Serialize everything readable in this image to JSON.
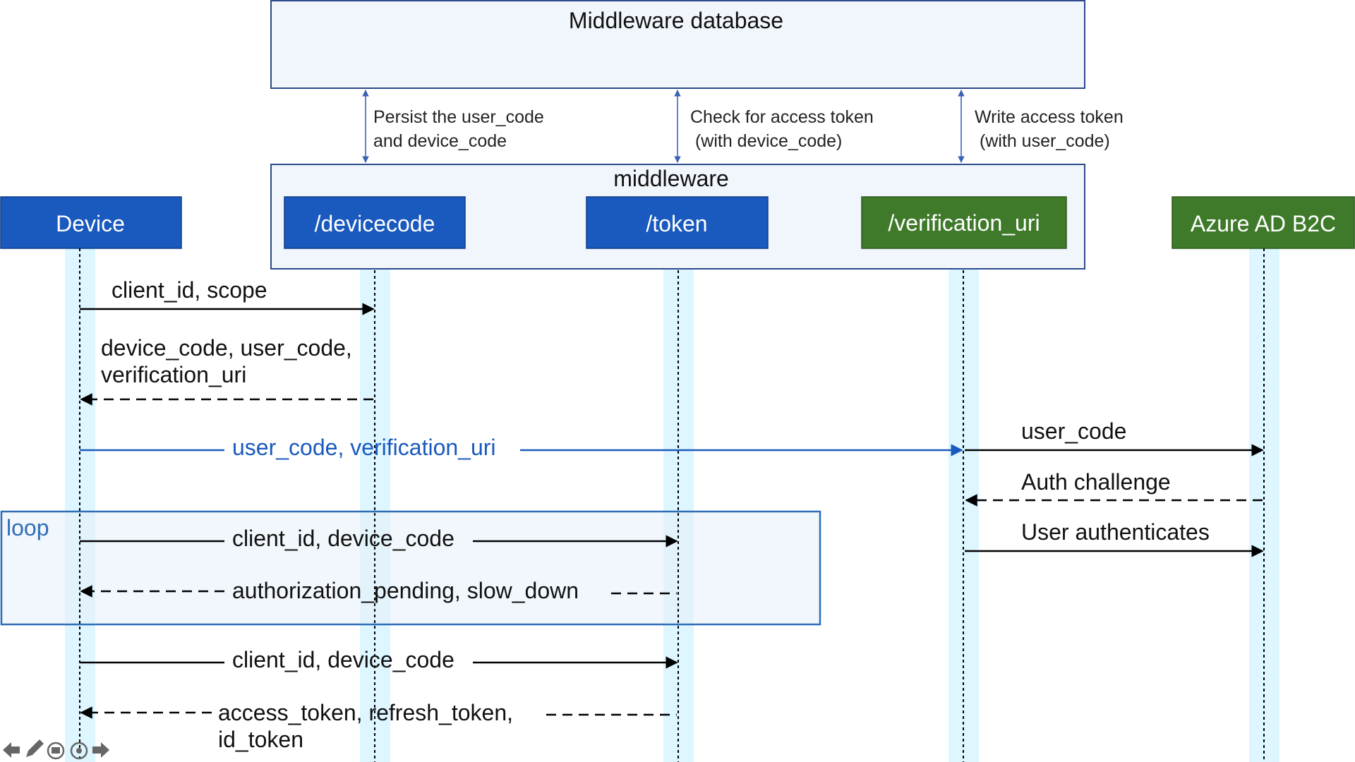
{
  "database": {
    "title": "Middleware database"
  },
  "db_notes": [
    {
      "line1": "Persist the user_code",
      "line2": "and device_code"
    },
    {
      "line1": "Check for access token",
      "line2": " (with device_code)"
    },
    {
      "line1": "Write access token",
      "line2": " (with user_code)"
    }
  ],
  "middleware": {
    "title": "middleware"
  },
  "participants": {
    "device": "Device",
    "devicecode": "/devicecode",
    "token": "/token",
    "verification": "/verification_uri",
    "azure": "Azure AD B2C"
  },
  "messages": {
    "m1": "client_id, scope",
    "m2_line1": "device_code, user_code,",
    "m2_line2": "verification_uri",
    "m3": "user_code, verification_uri",
    "m4": "user_code",
    "m5": "Auth challenge",
    "m6": "User authenticates",
    "loop_label": "loop",
    "m7": "client_id, device_code",
    "m8": "authorization_pending, slow_down",
    "m9": "client_id, device_code",
    "m10_line1": "access_token, refresh_token,",
    "m10_line2": "id_token"
  },
  "colors": {
    "blue_box": "#1a59bd",
    "green_box": "#3f7a2a",
    "lane": "#ddf6ff",
    "loop_border": "#2f6db6",
    "blue_message": "#1a59bd"
  },
  "controls": [
    "previous-icon",
    "pen-icon",
    "slides-icon",
    "zoom-icon",
    "next-icon"
  ]
}
